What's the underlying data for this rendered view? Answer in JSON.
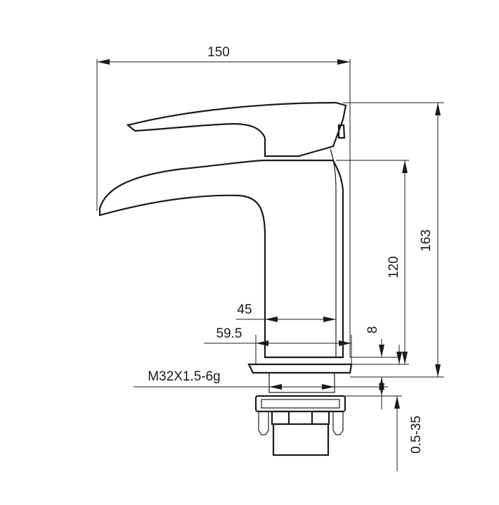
{
  "dimensions": {
    "overall_width": "150",
    "overall_height": "163",
    "spout_height": "120",
    "body_width": "45",
    "base_width": "59.5",
    "base_thickness": "8",
    "thread_spec": "M32X1.5-6g",
    "countertop_range": "0.5-35"
  }
}
